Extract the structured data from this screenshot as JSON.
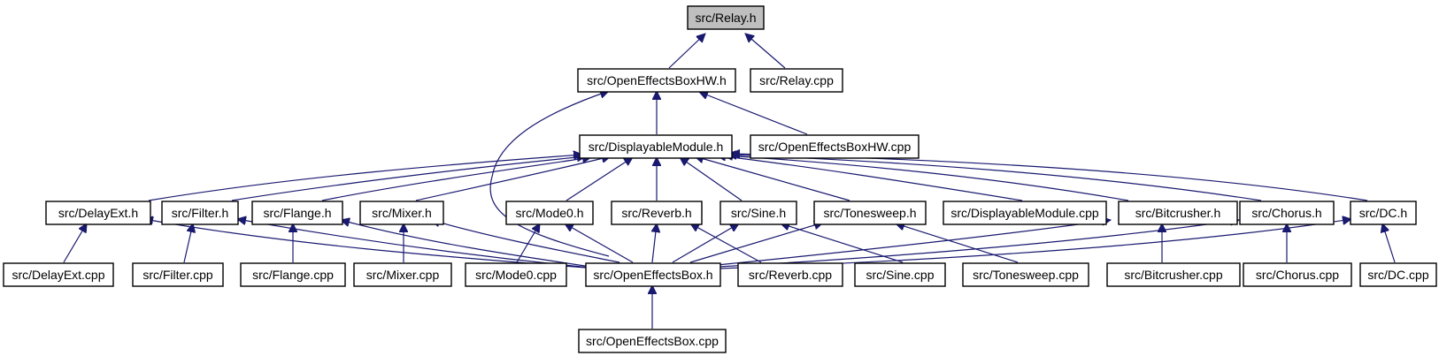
{
  "graph": {
    "nodes": {
      "relay_h": "src/Relay.h",
      "oebhw_h": "src/OpenEffectsBoxHW.h",
      "relay_cpp": "src/Relay.cpp",
      "dm_h": "src/DisplayableModule.h",
      "oebhw_cpp": "src/OpenEffectsBoxHW.cpp",
      "delayext_h": "src/DelayExt.h",
      "filter_h": "src/Filter.h",
      "flange_h": "src/Flange.h",
      "mixer_h": "src/Mixer.h",
      "mode0_h": "src/Mode0.h",
      "reverb_h": "src/Reverb.h",
      "sine_h": "src/Sine.h",
      "tonesweep_h": "src/Tonesweep.h",
      "dm_cpp": "src/DisplayableModule.cpp",
      "bitcrusher_h": "src/Bitcrusher.h",
      "chorus_h": "src/Chorus.h",
      "dc_h": "src/DC.h",
      "delayext_cpp": "src/DelayExt.cpp",
      "filter_cpp": "src/Filter.cpp",
      "flange_cpp": "src/Flange.cpp",
      "mixer_cpp": "src/Mixer.cpp",
      "mode0_cpp": "src/Mode0.cpp",
      "oeb_h": "src/OpenEffectsBox.h",
      "reverb_cpp": "src/Reverb.cpp",
      "sine_cpp": "src/Sine.cpp",
      "tonesweep_cpp": "src/Tonesweep.cpp",
      "bitcrusher_cpp": "src/Bitcrusher.cpp",
      "chorus_cpp": "src/Chorus.cpp",
      "dc_cpp": "src/DC.cpp",
      "oeb_cpp": "src/OpenEffectsBox.cpp"
    },
    "edges": [
      [
        "oebhw_h",
        "relay_h"
      ],
      [
        "relay_cpp",
        "relay_h"
      ],
      [
        "dm_h",
        "oebhw_h"
      ],
      [
        "oebhw_cpp",
        "oebhw_h"
      ],
      [
        "oeb_h",
        "oebhw_h"
      ],
      [
        "delayext_h",
        "dm_h"
      ],
      [
        "filter_h",
        "dm_h"
      ],
      [
        "flange_h",
        "dm_h"
      ],
      [
        "mixer_h",
        "dm_h"
      ],
      [
        "mode0_h",
        "dm_h"
      ],
      [
        "reverb_h",
        "dm_h"
      ],
      [
        "sine_h",
        "dm_h"
      ],
      [
        "tonesweep_h",
        "dm_h"
      ],
      [
        "dm_cpp",
        "dm_h"
      ],
      [
        "bitcrusher_h",
        "dm_h"
      ],
      [
        "chorus_h",
        "dm_h"
      ],
      [
        "dc_h",
        "dm_h"
      ],
      [
        "delayext_cpp",
        "delayext_h"
      ],
      [
        "filter_cpp",
        "filter_h"
      ],
      [
        "flange_cpp",
        "flange_h"
      ],
      [
        "mixer_cpp",
        "mixer_h"
      ],
      [
        "mode0_cpp",
        "mode0_h"
      ],
      [
        "reverb_cpp",
        "reverb_h"
      ],
      [
        "sine_cpp",
        "sine_h"
      ],
      [
        "tonesweep_cpp",
        "tonesweep_h"
      ],
      [
        "bitcrusher_cpp",
        "bitcrusher_h"
      ],
      [
        "chorus_cpp",
        "chorus_h"
      ],
      [
        "dc_cpp",
        "dc_h"
      ],
      [
        "oeb_h",
        "delayext_h"
      ],
      [
        "oeb_h",
        "filter_h"
      ],
      [
        "oeb_h",
        "flange_h"
      ],
      [
        "oeb_h",
        "mixer_h"
      ],
      [
        "oeb_h",
        "mode0_h"
      ],
      [
        "oeb_h",
        "reverb_h"
      ],
      [
        "oeb_h",
        "sine_h"
      ],
      [
        "oeb_h",
        "tonesweep_h"
      ],
      [
        "oeb_h",
        "bitcrusher_h"
      ],
      [
        "oeb_h",
        "chorus_h"
      ],
      [
        "oeb_h",
        "dc_h"
      ],
      [
        "oeb_cpp",
        "oeb_h"
      ]
    ]
  }
}
